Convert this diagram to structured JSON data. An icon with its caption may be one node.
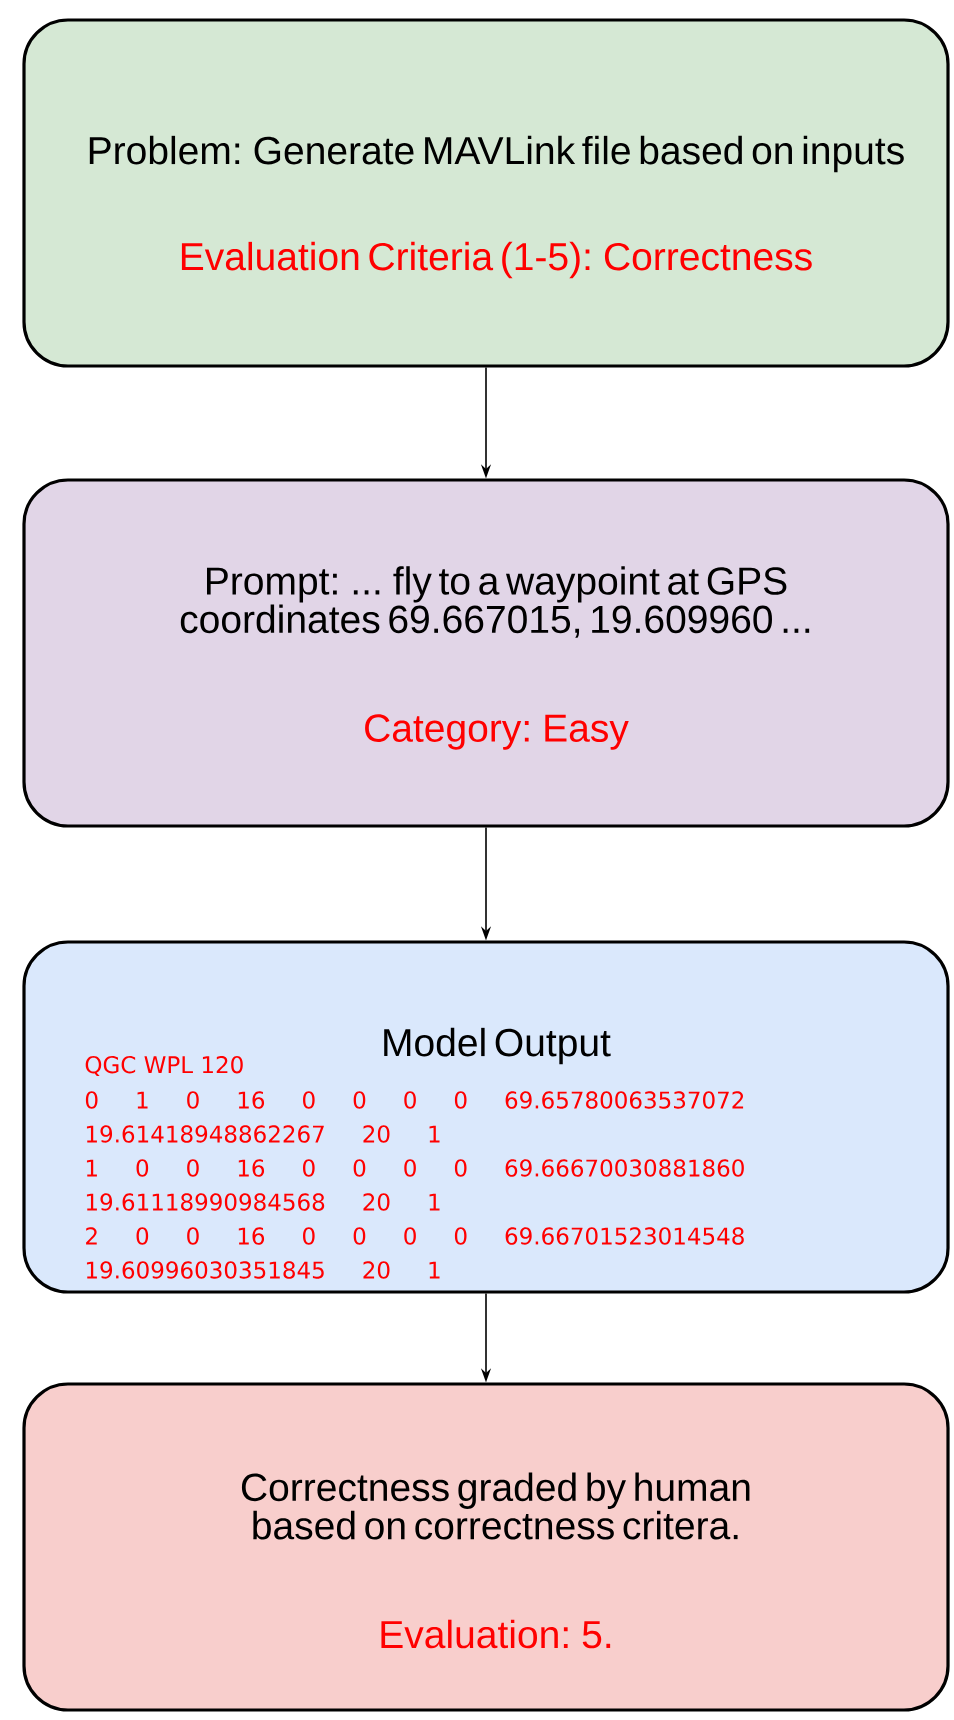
{
  "diagram": {
    "nodes": [
      {
        "text": [
          "Problem: Generate MAVLink file based on inputs",
          "Evaluation Criteria (1-5): Correctness"
        ]
      },
      {
        "text": [
          "Prompt: ... fly to a waypoint at GPS coordinates 69.667015, 19.609960 ...",
          "Category: Easy"
        ]
      },
      {
        "text": [
          "Model Output",
          "QGC WPL 120",
          "0 1 0 16 0 0 0 0 69.65780063537072",
          "19.61418948862267 20 1",
          "1 0 0 16 0 0 0 0 69.66670030881860",
          "19.61118990984568 20 1",
          "2 0 0 16 0 0 0 0 69.66701523014548",
          "19.60996030351845 20 1"
        ]
      },
      {
        "text": [
          "Correctness graded by human based on correctness critera.",
          "Evaluation: 5."
        ]
      }
    ],
    "edges": [
      {
        "from": 0,
        "to": 1,
        "arrow": "to"
      },
      {
        "from": 1,
        "to": 2,
        "arrow": "to"
      },
      {
        "from": 2,
        "to": 3,
        "arrow": "to"
      }
    ]
  }
}
